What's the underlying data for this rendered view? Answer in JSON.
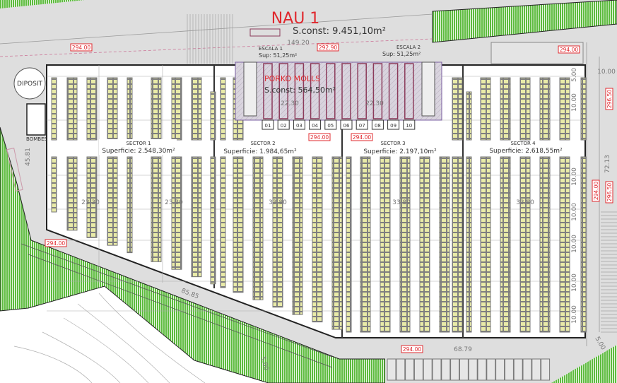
{
  "building": {
    "title": "NAU 1",
    "area": "S.const: 9.451,10m²",
    "top_dimension": "149.20"
  },
  "office": {
    "title": "PORKO MOLLS",
    "area": "S.const: 564,50m²",
    "dims": [
      "22.30",
      "22.30"
    ],
    "bays": [
      "01",
      "02",
      "03",
      "04",
      "05",
      "06",
      "07",
      "08",
      "09",
      "10"
    ]
  },
  "stairs": [
    {
      "name": "ESCALA 1",
      "area": "Sup: 51,25m²"
    },
    {
      "name": "ESCALA 2",
      "area": "Sup: 51,25m²"
    }
  ],
  "sectors": [
    {
      "name": "SECTOR 1",
      "area": "Superficie: 2.548,30m²",
      "dim": "23.30"
    },
    {
      "name": "SECTOR 2",
      "area": "Superficie: 1.984,65m²",
      "dim": "33.80"
    },
    {
      "name": "SECTOR 3",
      "area": "Superficie: 2.197,10m²",
      "dim": "33.80"
    },
    {
      "name": "SECTOR 4",
      "area": "Superficie: 2.618,55m²",
      "dim": "33.80"
    }
  ],
  "extra_dims": {
    "sector1_second": "23.30"
  },
  "elevations": {
    "top_center": "292.90",
    "tag_294": "294.00",
    "tag_296": "296.50"
  },
  "site": {
    "deposit": "DIPOSIT",
    "pumps": "BOMBES",
    "left_length": "45.81",
    "slope_length": "85.85",
    "bottom_length": "68.79",
    "right_length": "72.13",
    "right_top": "10.00",
    "bay_spacing": "10.00",
    "offset": "5.00"
  },
  "colors": {
    "green": "#5dbb3f",
    "rack": "#e9eba8",
    "office": "#8b3a5a",
    "red": "#e0282e",
    "ground": "#dedede"
  }
}
